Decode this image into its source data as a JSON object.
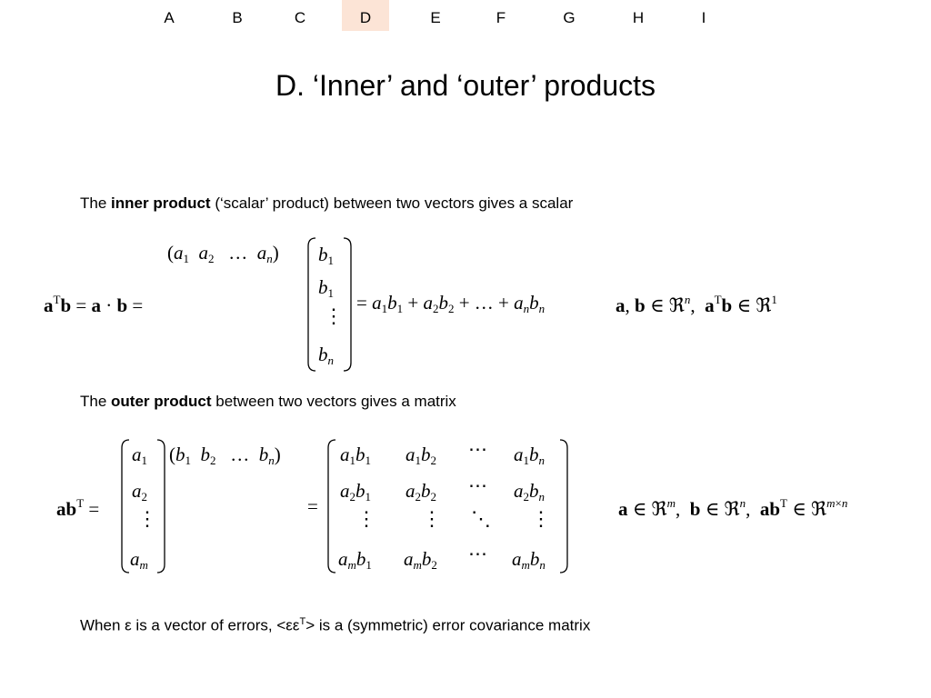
{
  "nav": {
    "items": [
      "A",
      "B",
      "C",
      "D",
      "E",
      "F",
      "G",
      "H",
      "I"
    ],
    "active": "D"
  },
  "title": "D. ‘Inner’ and ‘outer’ products",
  "inner": {
    "text_before": "The ",
    "term": "inner product",
    "text_after": " (‘scalar’ product) between two vectors gives a scalar"
  },
  "outer": {
    "text_before": "The ",
    "term": "outer product",
    "text_after": " between two vectors gives a matrix"
  },
  "closing": {
    "text_before": "When  ε is a vector of errors, <εε",
    "sup": "T",
    "text_after": "> is a (symmetric) error covariance matrix"
  },
  "colors": {
    "active_tab": "#fce4d6",
    "text": "#000000"
  }
}
